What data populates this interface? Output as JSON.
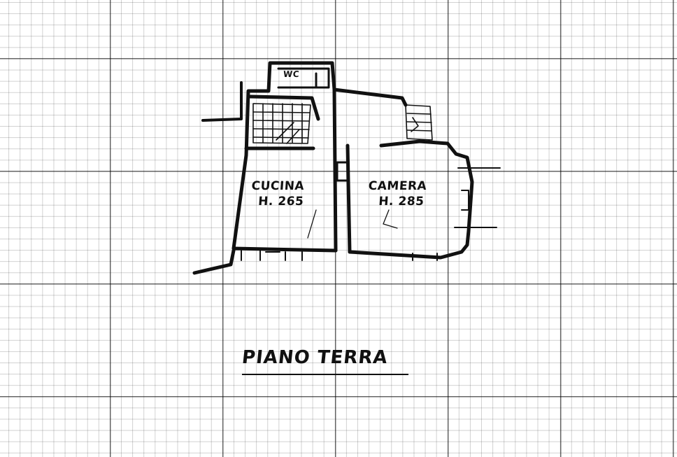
{
  "plan": {
    "title": "PIANO TERRA",
    "rooms": [
      {
        "name": "WC",
        "height": ""
      },
      {
        "name": "CUCINA",
        "height": "H. 265"
      },
      {
        "name": "CAMERA",
        "height": "H. 285"
      }
    ]
  },
  "colors": {
    "ink": "#111111",
    "paper": "#ffffff"
  }
}
